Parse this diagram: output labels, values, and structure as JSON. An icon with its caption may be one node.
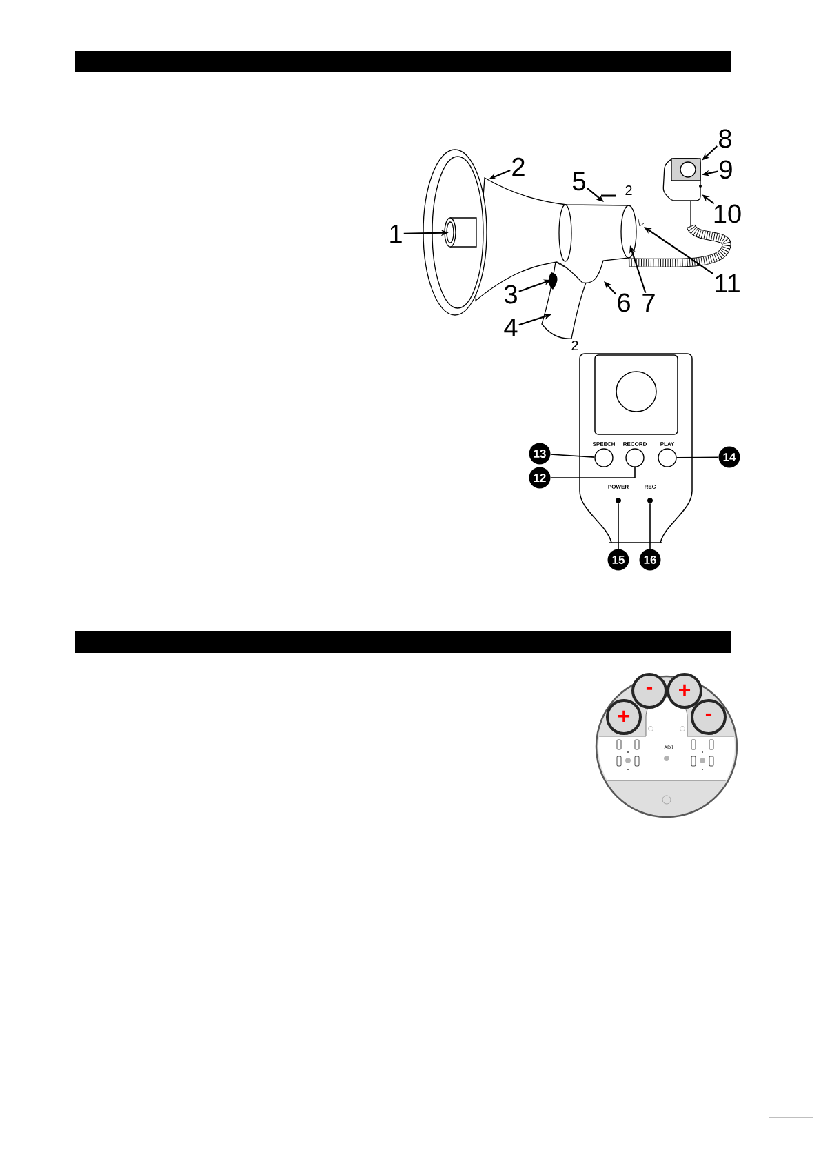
{
  "diagram": {
    "nodes": [
      {
        "text": [
          "1"
        ]
      },
      {
        "text": [
          "2"
        ]
      },
      {
        "text": [
          "5"
        ]
      },
      {
        "text": [
          "8"
        ]
      },
      {
        "text": [
          "9"
        ]
      },
      {
        "text": [
          "10"
        ]
      },
      {
        "text": [
          "3"
        ]
      },
      {
        "text": [
          "6"
        ]
      },
      {
        "text": [
          "7"
        ]
      },
      {
        "text": [
          "11"
        ]
      },
      {
        "text": [
          "4"
        ]
      },
      {
        "text": [
          "13"
        ]
      },
      {
        "text": [
          "14"
        ]
      },
      {
        "text": [
          "12"
        ]
      },
      {
        "text": [
          "15"
        ]
      },
      {
        "text": [
          "16"
        ]
      },
      {
        "text": [],
        "shape": "circle",
        "beside": [
          "SPEECH"
        ]
      },
      {
        "text": [],
        "shape": "circle",
        "beside": [
          "RECORD"
        ]
      },
      {
        "text": [],
        "shape": "circle",
        "beside": [
          "PLAY"
        ]
      },
      {
        "text": [],
        "shape": "circle",
        "beside": [
          "POWER"
        ]
      },
      {
        "text": [],
        "shape": "circle",
        "beside": [
          "REC"
        ]
      },
      {
        "text": [],
        "shape": "bar"
      },
      {
        "text": [],
        "shape": "bar"
      },
      {
        "text": [],
        "shape": "cylinder"
      },
      {
        "text": [],
        "shape": "picture"
      }
    ],
    "edges": [
      {
        "from": 0,
        "to": 23,
        "arrow": "to"
      },
      {
        "from": 1,
        "to": null,
        "arrow": "to"
      },
      {
        "from": 2,
        "to": null,
        "arrow": "to"
      },
      {
        "from": 3,
        "to": 24,
        "arrow": "to"
      },
      {
        "from": 4,
        "to": 24,
        "arrow": "to"
      },
      {
        "from": 5,
        "to": 24,
        "arrow": "to"
      },
      {
        "from": 6,
        "to": null,
        "arrow": "to"
      },
      {
        "from": 7,
        "to": null,
        "arrow": "to"
      },
      {
        "from": 8,
        "to": null,
        "arrow": "to"
      },
      {
        "from": 9,
        "to": null,
        "arrow": "to"
      },
      {
        "from": 10,
        "to": null,
        "arrow": "to"
      },
      {
        "from": 11,
        "to": 16,
        "arrow": "none"
      },
      {
        "from": 13,
        "to": 17,
        "arrow": "none"
      },
      {
        "from": 12,
        "to": 18,
        "arrow": "none"
      },
      {
        "from": 14,
        "to": 19,
        "arrow": "none"
      },
      {
        "from": 15,
        "to": 20,
        "arrow": "none"
      }
    ],
    "labels": [
      "2",
      "2",
      "-",
      "+",
      "+",
      "-",
      "ADJ"
    ]
  }
}
